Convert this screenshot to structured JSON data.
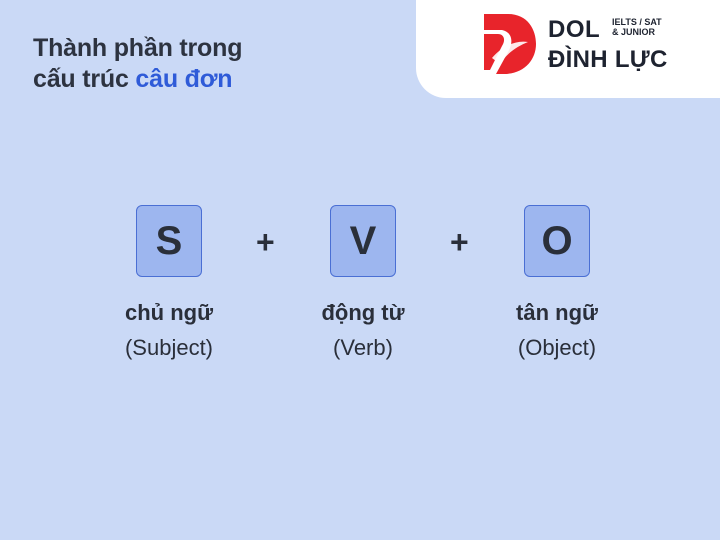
{
  "title": {
    "line1": "Thành phần trong",
    "line2_prefix": "cấu trúc ",
    "line2_accent": "câu đơn"
  },
  "logo": {
    "brand": "DOL",
    "tagline_line1": "IELTS / SAT",
    "tagline_line2": "& JUNIOR",
    "name": "ĐÌNH LỰC"
  },
  "formula": {
    "operator": "+",
    "components": [
      {
        "letter": "S",
        "label": "chủ ngữ",
        "english": "(Subject)"
      },
      {
        "letter": "V",
        "label": "động từ",
        "english": "(Verb)"
      },
      {
        "letter": "O",
        "label": "tân ngữ",
        "english": "(Object)"
      }
    ]
  },
  "colors": {
    "background": "#cad9f6",
    "accent": "#2f5bd8",
    "box_fill": "#9db6ef",
    "box_border": "#4a6fd4",
    "logo_red": "#e8242b"
  }
}
